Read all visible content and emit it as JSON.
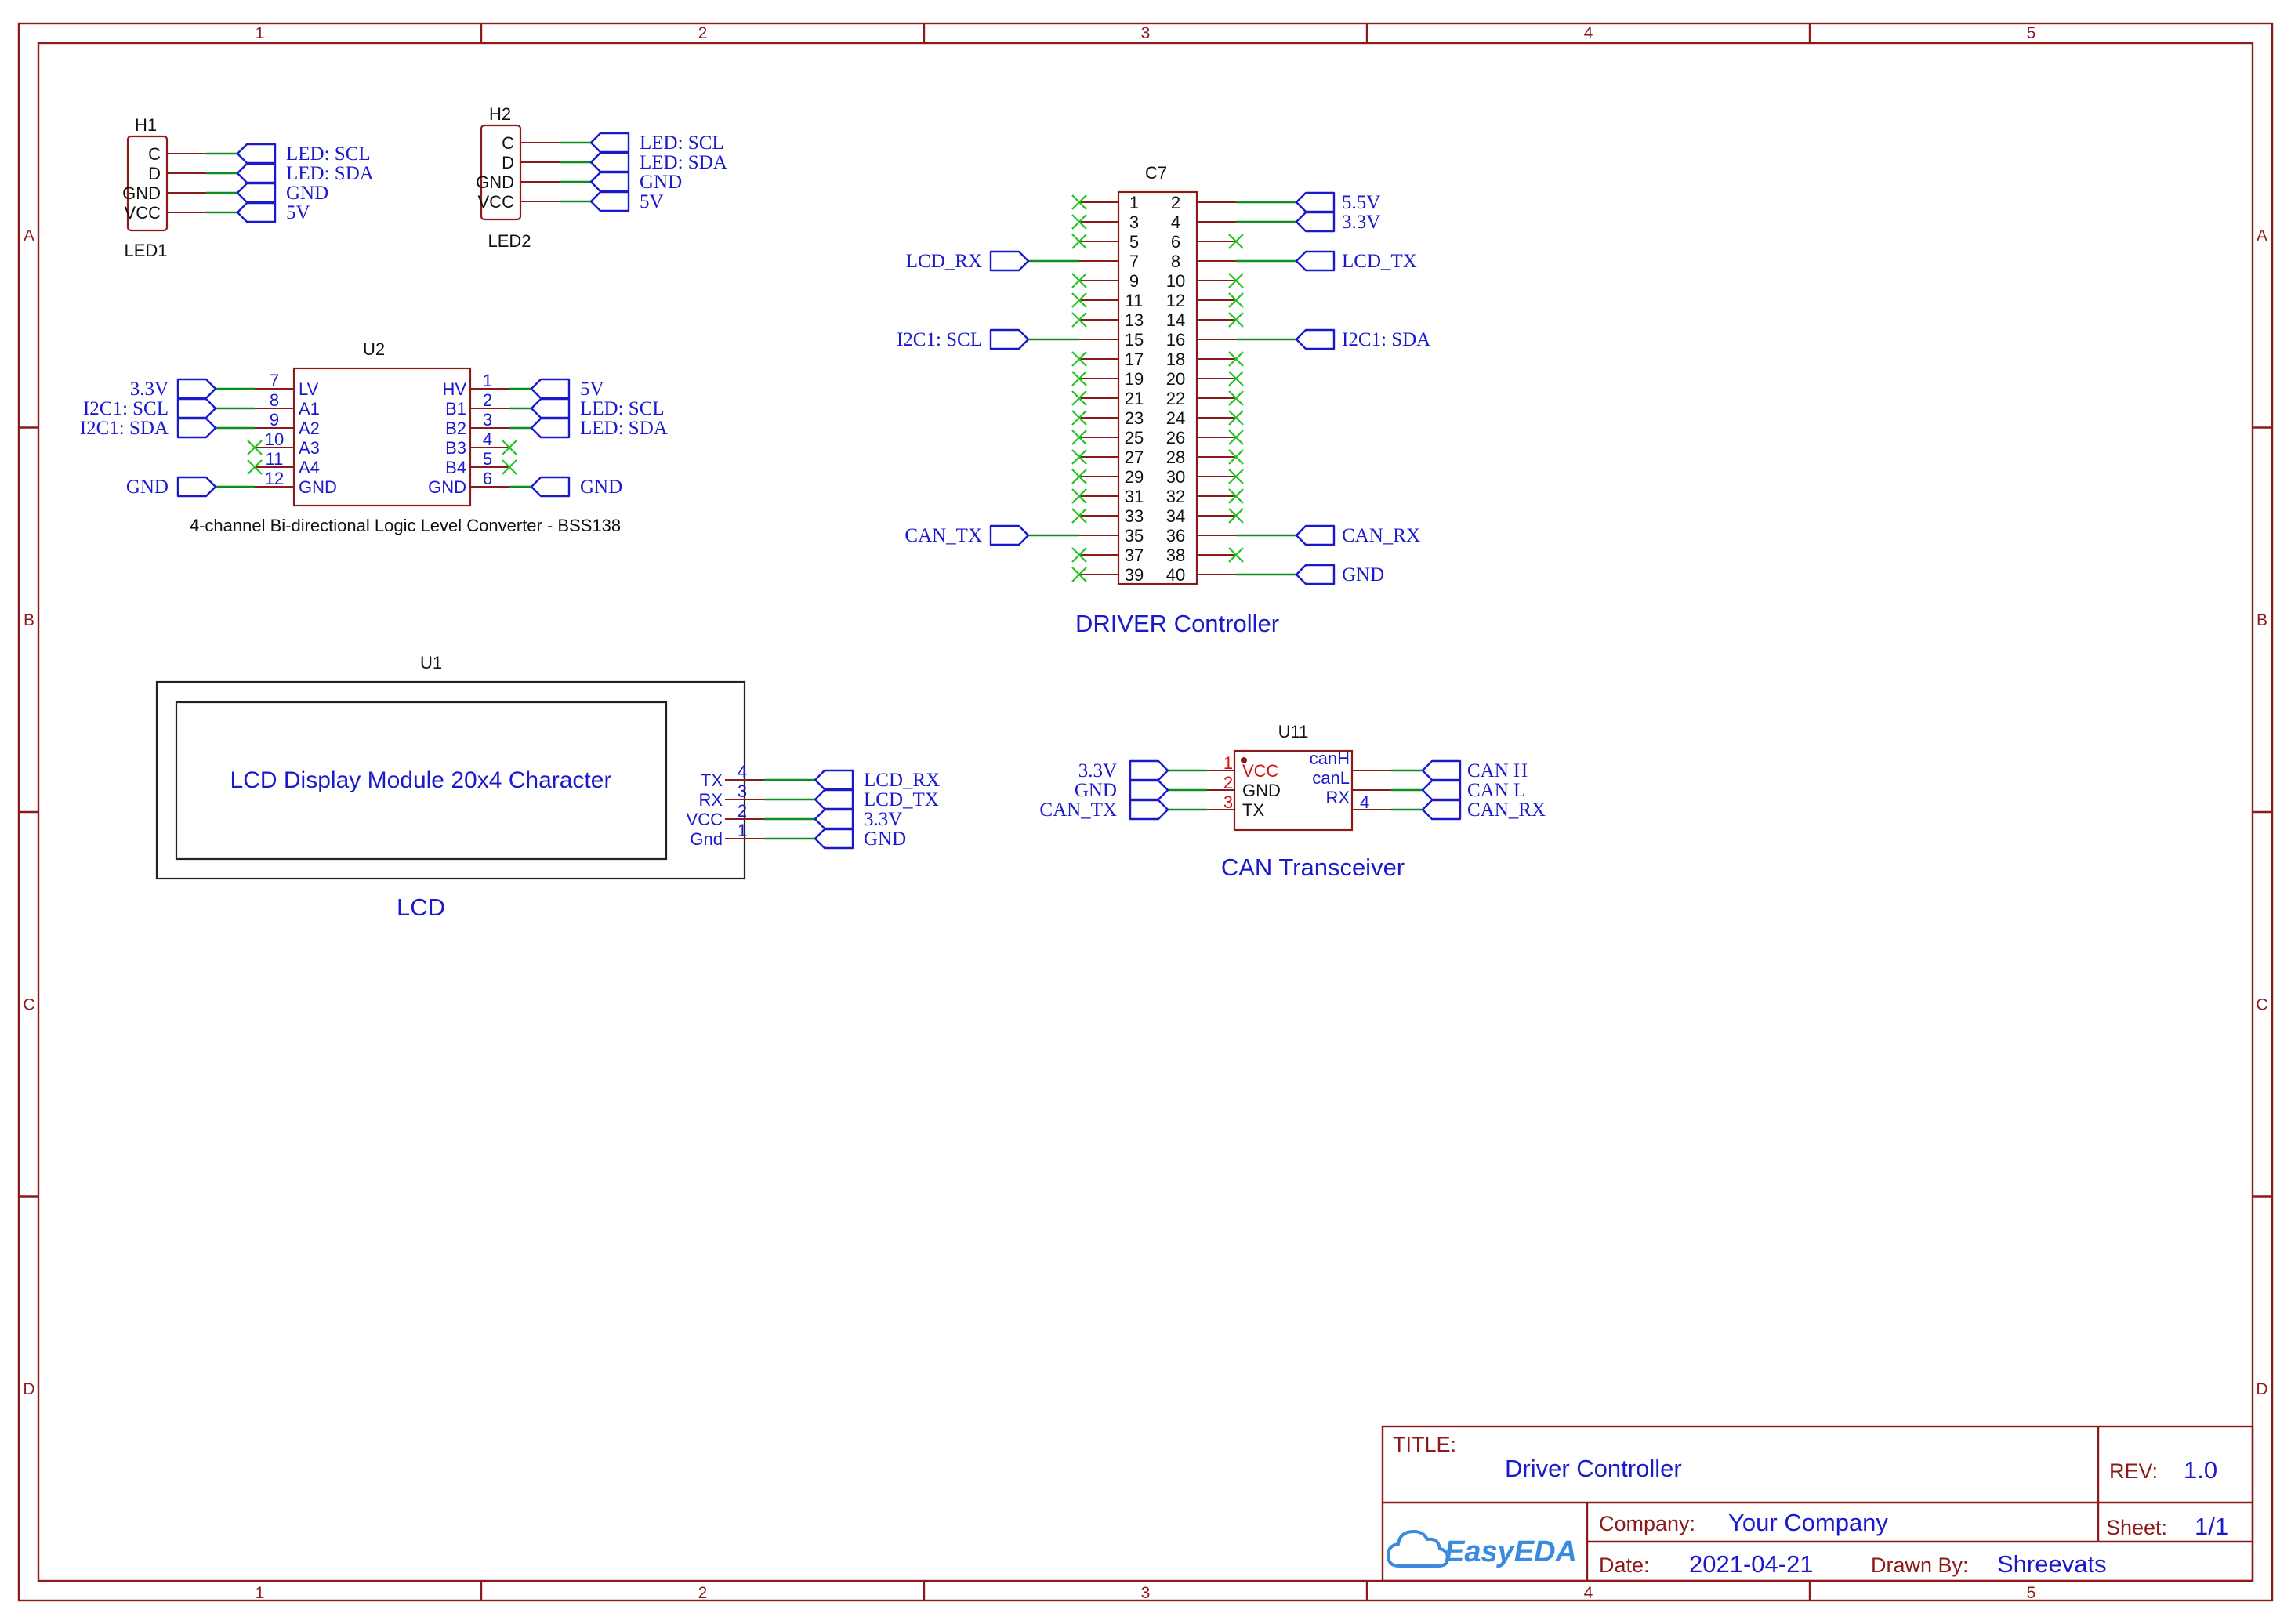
{
  "sheet": {
    "zone_columns": [
      "1",
      "2",
      "3",
      "4",
      "5"
    ],
    "zone_rows": [
      "A",
      "B",
      "C",
      "D"
    ]
  },
  "h1": {
    "designator": "H1",
    "footprint": "LED1",
    "pins": [
      "C",
      "D",
      "GND",
      "VCC"
    ],
    "nets": [
      "LED: SCL",
      "LED: SDA",
      "GND",
      "5V"
    ]
  },
  "h2": {
    "designator": "H2",
    "footprint": "LED2",
    "pins": [
      "C",
      "D",
      "GND",
      "VCC"
    ],
    "nets": [
      "LED: SCL",
      "LED: SDA",
      "GND",
      "5V"
    ]
  },
  "u2": {
    "designator": "U2",
    "caption": "4-channel Bi-directional Logic Level Converter - BSS138",
    "left_pins": [
      {
        "num": "7",
        "name": "LV",
        "net": "3.3V"
      },
      {
        "num": "8",
        "name": "A1",
        "net": "I2C1: SCL"
      },
      {
        "num": "9",
        "name": "A2",
        "net": "I2C1: SDA"
      },
      {
        "num": "10",
        "name": "A3",
        "net": ""
      },
      {
        "num": "11",
        "name": "A4",
        "net": ""
      },
      {
        "num": "12",
        "name": "GND",
        "net": "GND"
      }
    ],
    "right_pins": [
      {
        "num": "1",
        "name": "HV",
        "net": "5V"
      },
      {
        "num": "2",
        "name": "B1",
        "net": "LED: SCL"
      },
      {
        "num": "3",
        "name": "B2",
        "net": "LED: SDA"
      },
      {
        "num": "4",
        "name": "B3",
        "net": ""
      },
      {
        "num": "5",
        "name": "B4",
        "net": ""
      },
      {
        "num": "6",
        "name": "GND",
        "net": "GND"
      }
    ]
  },
  "c7": {
    "designator": "C7",
    "caption": "DRIVER Controller",
    "rows": [
      {
        "l": "1",
        "r": "2",
        "lnet": "",
        "rnet": "5.5V"
      },
      {
        "l": "3",
        "r": "4",
        "lnet": "",
        "rnet": "3.3V"
      },
      {
        "l": "5",
        "r": "6",
        "lnet": "",
        "rnet": ""
      },
      {
        "l": "7",
        "r": "8",
        "lnet": "LCD_RX",
        "rnet": "LCD_TX"
      },
      {
        "l": "9",
        "r": "10",
        "lnet": "",
        "rnet": ""
      },
      {
        "l": "11",
        "r": "12",
        "lnet": "",
        "rnet": ""
      },
      {
        "l": "13",
        "r": "14",
        "lnet": "",
        "rnet": ""
      },
      {
        "l": "15",
        "r": "16",
        "lnet": "I2C1: SCL",
        "rnet": "I2C1: SDA"
      },
      {
        "l": "17",
        "r": "18",
        "lnet": "",
        "rnet": ""
      },
      {
        "l": "19",
        "r": "20",
        "lnet": "",
        "rnet": ""
      },
      {
        "l": "21",
        "r": "22",
        "lnet": "",
        "rnet": ""
      },
      {
        "l": "23",
        "r": "24",
        "lnet": "",
        "rnet": ""
      },
      {
        "l": "25",
        "r": "26",
        "lnet": "",
        "rnet": ""
      },
      {
        "l": "27",
        "r": "28",
        "lnet": "",
        "rnet": ""
      },
      {
        "l": "29",
        "r": "30",
        "lnet": "",
        "rnet": ""
      },
      {
        "l": "31",
        "r": "32",
        "lnet": "",
        "rnet": ""
      },
      {
        "l": "33",
        "r": "34",
        "lnet": "",
        "rnet": ""
      },
      {
        "l": "35",
        "r": "36",
        "lnet": "CAN_TX",
        "rnet": "CAN_RX"
      },
      {
        "l": "37",
        "r": "38",
        "lnet": "",
        "rnet": ""
      },
      {
        "l": "39",
        "r": "40",
        "lnet": "",
        "rnet": "GND"
      }
    ]
  },
  "u1": {
    "designator": "U1",
    "display_text": "LCD Display Module 20x4 Character",
    "caption": "LCD",
    "pins": [
      {
        "name": "TX",
        "num": "4",
        "net": "LCD_RX"
      },
      {
        "name": "RX",
        "num": "3",
        "net": "LCD_TX"
      },
      {
        "name": "VCC",
        "num": "2",
        "net": "3.3V"
      },
      {
        "name": "Gnd",
        "num": "1",
        "net": "GND"
      }
    ]
  },
  "u11": {
    "designator": "U11",
    "caption": "CAN Transceiver",
    "left_pins": [
      {
        "num": "1",
        "name": "VCC",
        "net": "3.3V"
      },
      {
        "num": "2",
        "name": "GND",
        "net": "GND"
      },
      {
        "num": "3",
        "name": "TX",
        "net": "CAN_TX"
      }
    ],
    "right_pins": [
      {
        "num": "",
        "name": "canH",
        "net": "CAN H"
      },
      {
        "num": "",
        "name": "canL",
        "net": "CAN L"
      },
      {
        "num": "4",
        "name": "RX",
        "net": "CAN_RX"
      }
    ]
  },
  "title_block": {
    "title_label": "TITLE:",
    "title": "Driver Controller",
    "rev_label": "REV:",
    "rev": "1.0",
    "company_label": "Company:",
    "company": "Your Company",
    "sheet_label": "Sheet:",
    "sheet": "1/1",
    "date_label": "Date:",
    "date": "2021-04-21",
    "drawn_label": "Drawn By:",
    "drawn_by": "Shreevats",
    "logo_text": "EasyEDA"
  },
  "colors": {
    "border": "#8b1a1a",
    "wire": "#0d8f1e",
    "net_flag": "#1a1acc",
    "no_connect": "#21c421"
  }
}
